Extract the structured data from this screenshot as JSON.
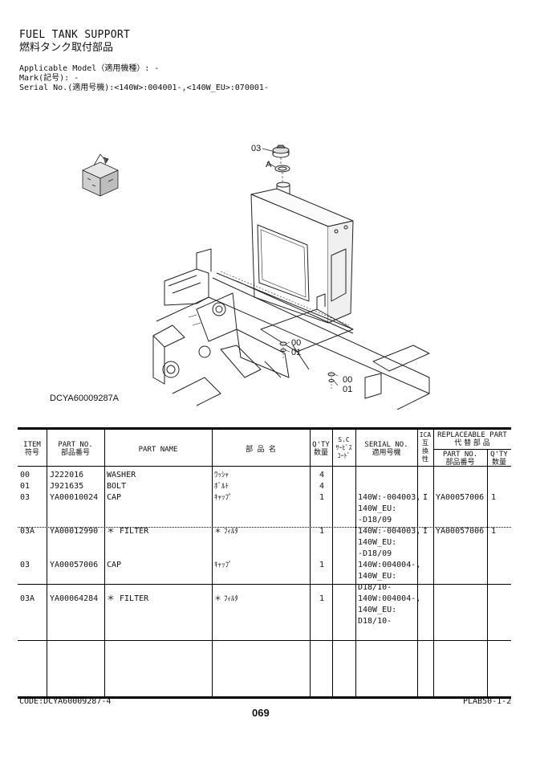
{
  "header": {
    "title_en": "FUEL TANK SUPPORT",
    "title_ja": "燃料タンク取付部品",
    "model_line": "Applicable Model（適用機種）: -",
    "mark_line": "Mark(記号): -",
    "serial_line": "Serial No.(適用号機):<140W>:004001-,<140W_EU>:070001-"
  },
  "illustration": {
    "callouts": [
      "03",
      "A",
      "00",
      "01",
      "00",
      "01"
    ],
    "drawing_code": "DCYA60009287A"
  },
  "table": {
    "headers": {
      "item_en": "ITEM",
      "item_ja": "符号",
      "partno_en": "PART NO.",
      "partno_ja": "部品番号",
      "partname": "PART NAME",
      "buhin": "部 品 名",
      "qty_en": "Q'TY",
      "qty_ja": "数量",
      "sc_1": "S.C",
      "sc_2": "ｻｰﾋﾞｽ",
      "sc_3": "ｺｰﾄﾞ",
      "serial_en": "SERIAL NO.",
      "serial_ja": "適用号機",
      "ica_1": "ICA",
      "ica_2": "互",
      "ica_3": "換",
      "ica_4": "性",
      "repl_en": "REPLACEABLE PART",
      "repl_ja": "代 替 部 品",
      "repl_partno_en": "PART NO.",
      "repl_partno_ja": "部品番号",
      "repl_qty_en": "Q'TY",
      "repl_qty_ja": "数量"
    },
    "rows": [
      {
        "item": "00",
        "part_no": "J222016",
        "name": "WASHER",
        "name_ja": "ﾜｯｼｬ",
        "qty": "4",
        "serial": [],
        "ica": "",
        "repl_no": "",
        "repl_qty": ""
      },
      {
        "item": "01",
        "part_no": "J921635",
        "name": "BOLT",
        "name_ja": "ﾎﾞﾙﾄ",
        "qty": "4",
        "serial": [],
        "ica": "",
        "repl_no": "",
        "repl_qty": ""
      },
      {
        "item": "03",
        "part_no": "YA00010024",
        "name": "CAP",
        "name_ja": "ｷｬｯﾌﾟ",
        "qty": "1",
        "serial": [
          "140W:-004003,",
          "140W_EU:",
          "-D18/09"
        ],
        "ica": "I",
        "repl_no": "YA00057006",
        "repl_qty": "1"
      },
      {
        "item": "03A",
        "part_no": "YA00012990",
        "name": "＊ FILTER",
        "name_ja": "＊ ﾌｨﾙﾀ",
        "qty": "1",
        "serial": [
          "140W:-004003,",
          "140W_EU:",
          "-D18/09"
        ],
        "ica": "I",
        "repl_no": "YA00057006",
        "repl_qty": "1"
      },
      {
        "item": "03",
        "part_no": "YA00057006",
        "name": "CAP",
        "name_ja": "ｷｬｯﾌﾟ",
        "qty": "1",
        "serial": [
          "140W:004004-,",
          "140W_EU:",
          "D18/10-"
        ],
        "ica": "",
        "repl_no": "",
        "repl_qty": ""
      },
      {
        "item": "03A",
        "part_no": "YA00064284",
        "name": "＊ FILTER",
        "name_ja": "＊ ﾌｨﾙﾀ",
        "qty": "1",
        "serial": [
          "140W:004004-,",
          "140W_EU:",
          "D18/10-"
        ],
        "ica": "",
        "repl_no": "",
        "repl_qty": ""
      }
    ]
  },
  "footer": {
    "code": "CODE:DCYA60009287-4",
    "page": "069",
    "ref": "PLAB50-1-2"
  }
}
